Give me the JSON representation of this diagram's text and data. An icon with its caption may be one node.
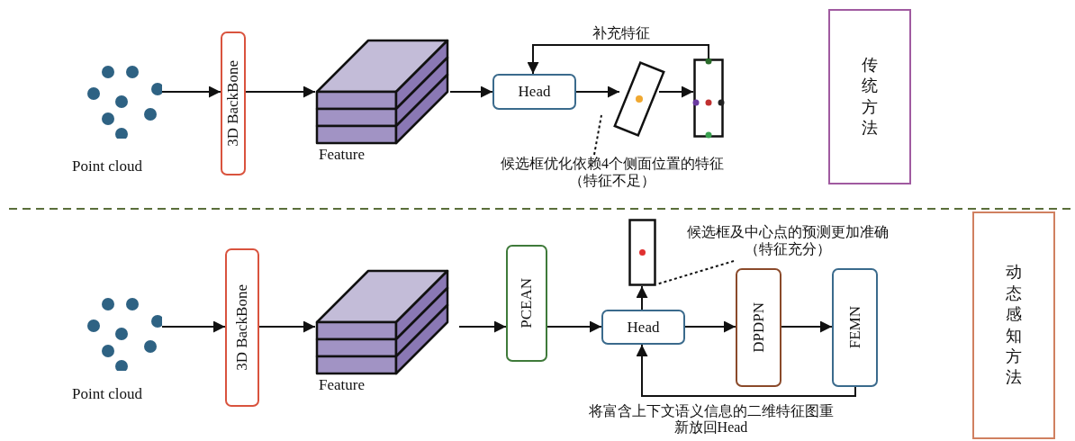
{
  "diagram": {
    "nodes": [
      {
        "text": [
          "Point cloud"
        ]
      },
      {
        "text": [
          "3D BackBone"
        ]
      },
      {
        "text": [
          "Feature"
        ]
      },
      {
        "text": [
          "Head"
        ]
      },
      {
        "text": [],
        "shape": "box"
      },
      {
        "text": [],
        "shape": "box"
      },
      {
        "text": [
          "传统方法"
        ]
      },
      {
        "text": [
          "候选框优化依赖4个侧面位置的特征（特征不足）"
        ]
      },
      {
        "text": [
          "Point cloud"
        ]
      },
      {
        "text": [
          "3D BackBone"
        ]
      },
      {
        "text": [
          "Feature"
        ]
      },
      {
        "text": [
          "PCEAN"
        ]
      },
      {
        "text": [
          "Head"
        ]
      },
      {
        "text": [],
        "shape": "box"
      },
      {
        "text": [
          "DPDPN"
        ]
      },
      {
        "text": [
          "FEMN"
        ]
      },
      {
        "text": [
          "动态感知方法"
        ]
      },
      {
        "text": [
          "候选框及中心点的预测更加准确（特征充分）"
        ]
      }
    ],
    "edges": [
      {
        "from": 0,
        "to": 1,
        "arrow": "to"
      },
      {
        "from": 1,
        "to": 2,
        "arrow": "to"
      },
      {
        "from": 2,
        "to": 3,
        "arrow": "to"
      },
      {
        "from": 3,
        "to": 4,
        "arrow": "to"
      },
      {
        "from": 4,
        "to": 5,
        "arrow": "to"
      },
      {
        "from": 5,
        "to": 3,
        "arrow": "to",
        "label": "补充特征"
      },
      {
        "from": 7,
        "to": null,
        "arrow": "none",
        "style": "dashed"
      },
      {
        "from": 8,
        "to": 9,
        "arrow": "to"
      },
      {
        "from": 9,
        "to": 10,
        "arrow": "to"
      },
      {
        "from": 10,
        "to": 11,
        "arrow": "to"
      },
      {
        "from": 11,
        "to": 12,
        "arrow": "to"
      },
      {
        "from": 12,
        "to": 13,
        "arrow": "to"
      },
      {
        "from": 12,
        "to": 14,
        "arrow": "to"
      },
      {
        "from": 14,
        "to": 15,
        "arrow": "to"
      },
      {
        "from": 15,
        "to": 12,
        "arrow": "to",
        "label": "将富含上下文语义信息的二维特征图重新放回Head"
      },
      {
        "from": 17,
        "to": 13,
        "arrow": "none",
        "style": "dashed"
      }
    ]
  }
}
